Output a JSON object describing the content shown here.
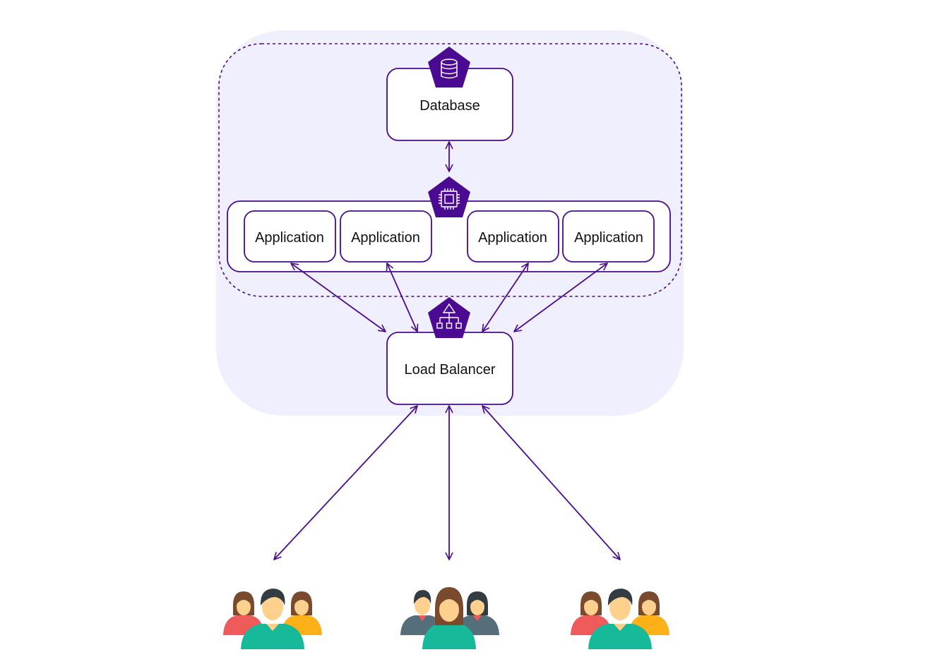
{
  "nodes": {
    "database": {
      "label": "Database",
      "icon": "database-icon"
    },
    "compute": {
      "icon": "cpu-chip-icon"
    },
    "applications": [
      {
        "label": "Application"
      },
      {
        "label": "Application"
      },
      {
        "label": "Application"
      },
      {
        "label": "Application"
      }
    ],
    "load_balancer": {
      "label": "Load Balancer",
      "icon": "load-balancer-icon"
    }
  },
  "user_groups": [
    {
      "icon": "users-group-icon"
    },
    {
      "icon": "users-group-icon"
    },
    {
      "icon": "users-group-icon"
    }
  ],
  "colors": {
    "accent": "#4a0a91",
    "region_fill": "#efeffd",
    "node_fill": "#ffffff",
    "person_teal": "#16b99a",
    "person_red": "#ef5b5b",
    "person_yellow": "#fbb117",
    "person_slate": "#546e7a",
    "skin": "#fdd08d",
    "hair_brown": "#7a4a2f",
    "hair_dark": "#333c43"
  }
}
